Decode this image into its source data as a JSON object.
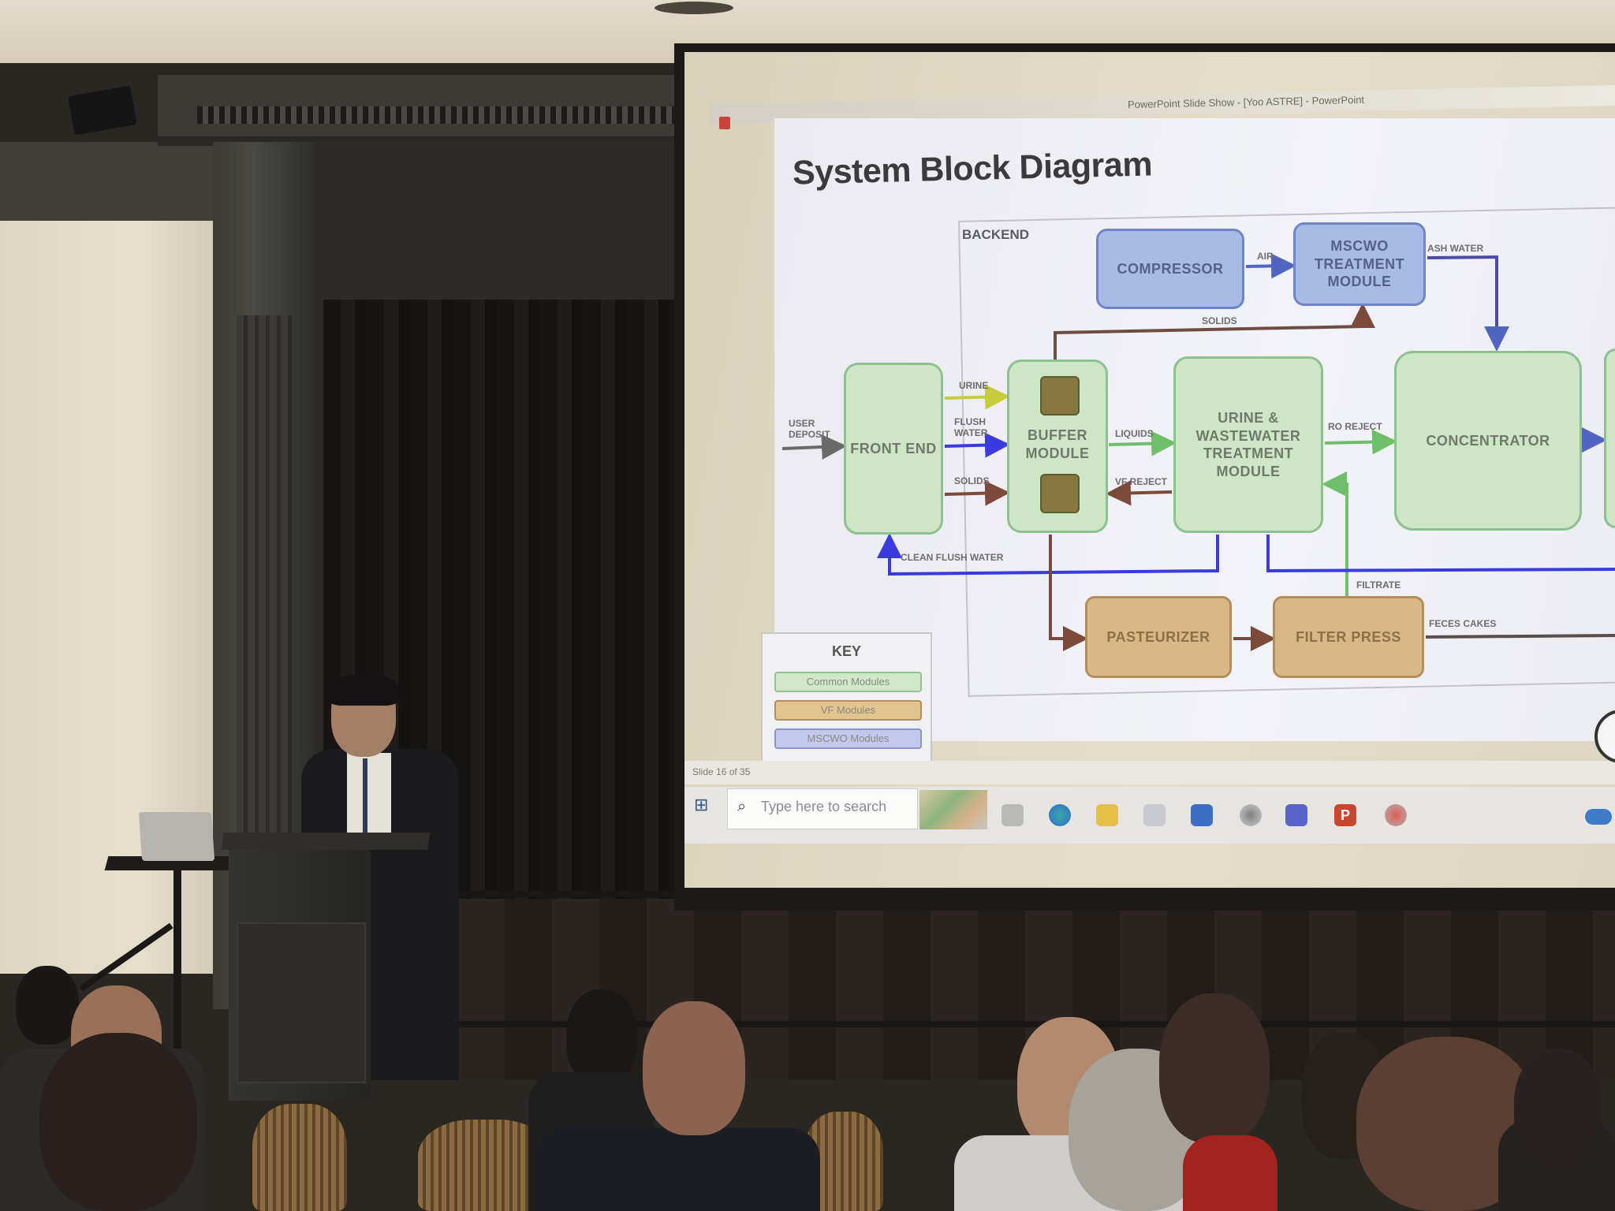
{
  "window": {
    "title": "PowerPoint Slide Show - [Yoo ASTRE] - PowerPoint"
  },
  "slide": {
    "title": "System Block Diagram",
    "section_label": "BACKEND",
    "blocks": {
      "compressor": "COMPRESSOR",
      "mscwo": "MSCWO TREATMENT MODULE",
      "front_end": "FRONT END",
      "buffer": "BUFFER MODULE",
      "urine": "URINE & WASTEWATER TREATMENT MODULE",
      "concentrator": "CONCENTRATOR",
      "pasteurizer": "PASTEURIZER",
      "filter_press": "FILTER PRESS"
    },
    "flow_labels": {
      "user_deposit": "USER DEPOSIT",
      "urine": "URINE",
      "flush_water": "FLUSH WATER",
      "solids_front": "SOLIDS",
      "liquids": "LIQUIDS",
      "vf_reject": "VF REJECT",
      "ro_reject": "RO REJECT",
      "air": "AIR",
      "ash_water": "ASH WATER",
      "solids_top": "SOLIDS",
      "clean_flush_water": "CLEAN FLUSH WATER",
      "filtrate": "FILTRATE",
      "feces_cakes": "FECES CAKES"
    },
    "key": {
      "title": "KEY",
      "items": [
        "Common Modules",
        "VF Modules",
        "MSCWO Modules"
      ]
    }
  },
  "status_bar": {
    "text": "Slide 16 of 35"
  },
  "taskbar": {
    "search_placeholder": "Type here to search",
    "ppt_icon_letter": "P"
  },
  "colors": {
    "common": "#cde6c6",
    "vf": "#d9b888",
    "mscwo": "#a7bbe6",
    "arrow_green": "#6fbf6a",
    "arrow_blue": "#3a3ae0",
    "arrow_brown": "#7b4a3a",
    "arrow_yellow": "#c7cc3a"
  }
}
